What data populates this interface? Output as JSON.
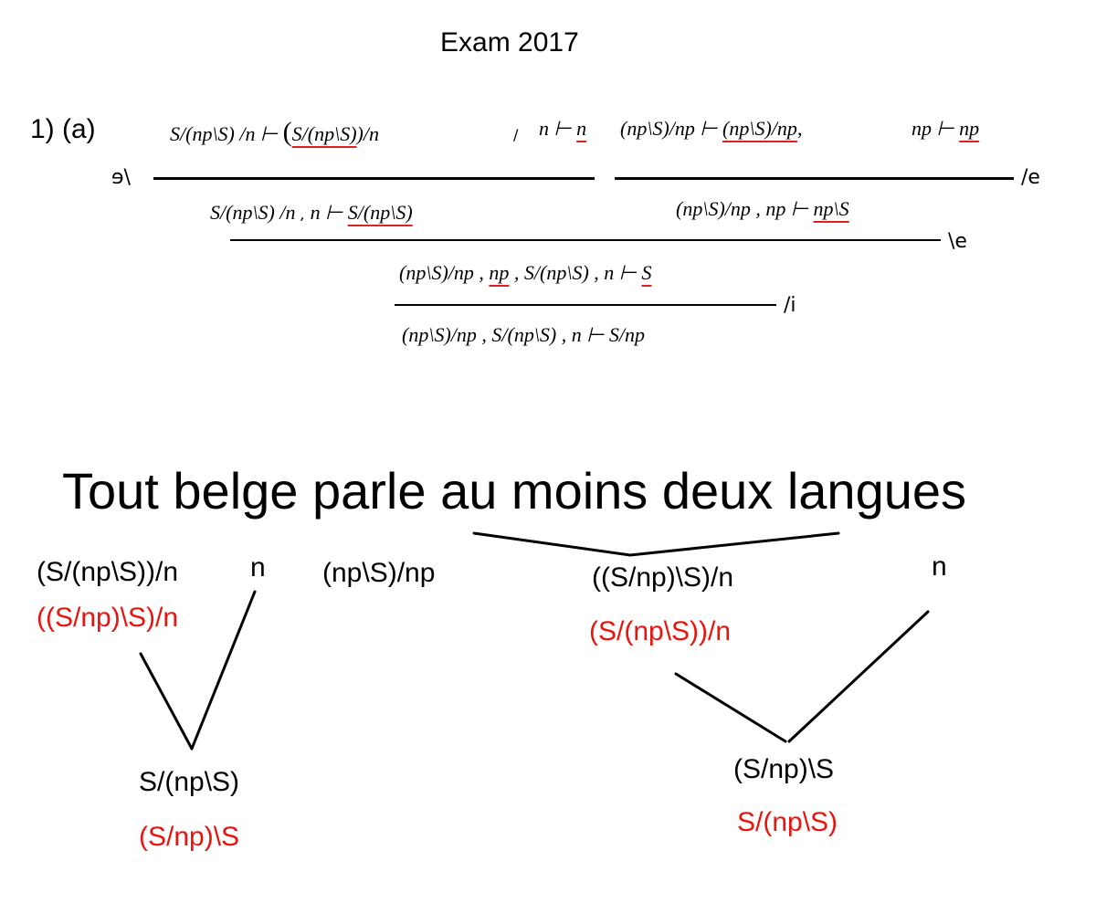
{
  "header": {
    "title": "Exam 2017",
    "question": "1) (a)"
  },
  "proof": {
    "row1": {
      "left_premise": "S/(np\\S) /n ⊢ ",
      "left_premise_paren": "(",
      "left_premise_ul": "S/(np\\S)",
      "left_premise_close": ")/n",
      "comma1": "/",
      "n_axiom": "n ⊢ ",
      "n_axiom_ul": "n",
      "right_premise": "(np\\S)/np ⊢ ",
      "right_premise_ul": "(np\\S)/np",
      "comma2": ",",
      "np_axiom": "np ⊢ ",
      "np_axiom_ul": "np"
    },
    "rule_left_label": "/e",
    "rule_right_label": "/e",
    "row2": {
      "left": "S/(np\\S) /n",
      "comma": ",",
      "left_rest": "n ⊢ ",
      "left_ul": "S/(np\\S)",
      "right": "(np\\S)/np , np ⊢ ",
      "right_ul": "np\\S"
    },
    "rule2_label": "\\e",
    "row3": {
      "a": "(np\\S)/np , ",
      "a_ul": "np",
      "b": " , S/(np\\S) , n ⊢ ",
      "b_ul": "S"
    },
    "rule3_label": "/i",
    "row4": "(np\\S)/np , S/(np\\S) , n ⊢ S/np"
  },
  "sentence": "Tout belge parle au moins deux langues",
  "categories": {
    "tout_black": "(S/(np\\S))/n",
    "tout_red": "((S/np)\\S)/n",
    "belge": "n",
    "parle": "(np\\S)/np",
    "amd_black": "((S/np)\\S)/n",
    "amd_red": "(S/(np\\S))/n",
    "langues": "n",
    "np1_black": "S/(np\\S)",
    "np1_red": "(S/np)\\S",
    "np2_black": "(S/np)\\S",
    "np2_red": "S/(np\\S)"
  },
  "colors": {
    "ink": "#000000",
    "annotation_red": "#e8150e"
  }
}
